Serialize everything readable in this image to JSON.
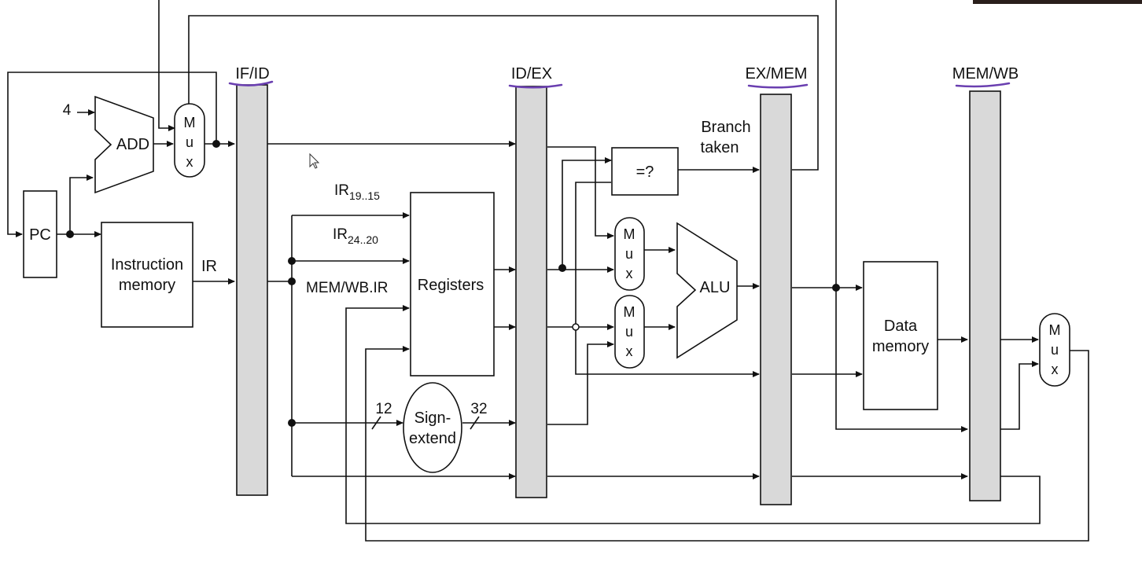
{
  "diagram": {
    "pipeline_registers": {
      "if_id": "IF/ID",
      "id_ex": "ID/EX",
      "ex_mem": "EX/MEM",
      "mem_wb": "MEM/WB"
    },
    "labels": {
      "pc": "PC",
      "const4": "4",
      "add": "ADD",
      "instruction_memory_line1": "Instruction",
      "instruction_memory_line2": "memory",
      "ir": "IR",
      "ir_rs_base": "IR",
      "ir_rs_sub": "19..15",
      "ir_rt_base": "IR",
      "ir_rt_sub": "24..20",
      "memwb_ir": "MEM/WB.IR",
      "registers": "Registers",
      "sign_extend_line1": "Sign-",
      "sign_extend_line2": "extend",
      "bits_in": "12",
      "bits_out": "32",
      "compare": "=?",
      "branch_taken_line1": "Branch",
      "branch_taken_line2": "taken",
      "alu": "ALU",
      "data_memory_line1": "Data",
      "data_memory_line2": "memory",
      "mux_m": "M",
      "mux_u": "u",
      "mux_x": "x"
    }
  }
}
